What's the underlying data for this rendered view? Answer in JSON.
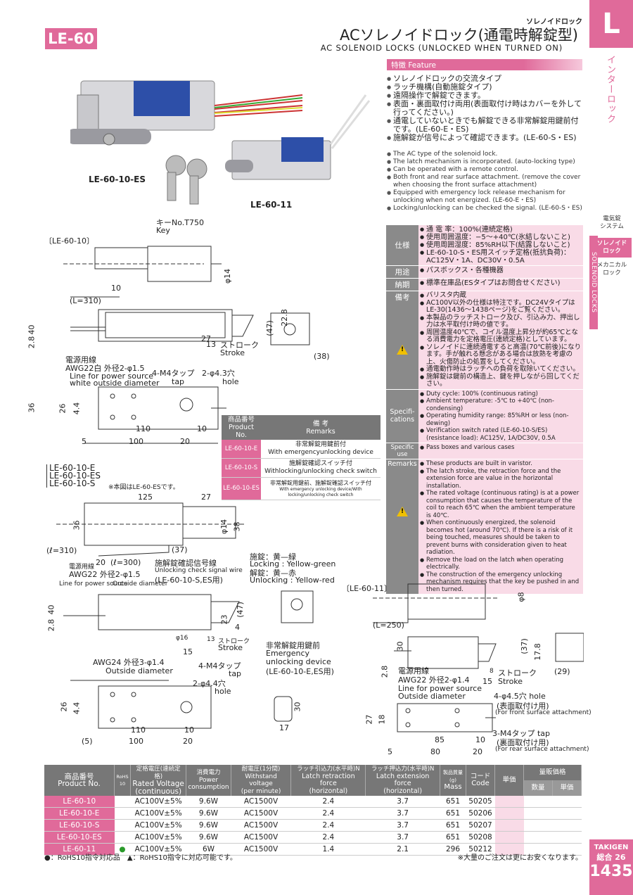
{
  "header": {
    "model": "LE-60",
    "category_small": "ソレノイドロック",
    "title_jp": "ACソレノイドロック(通電時解錠型)",
    "title_en": "AC SOLENOID LOCKS (UNLOCKED WHEN TURNED ON)"
  },
  "sidebar": {
    "letter": "L",
    "section": "インターロック",
    "items": [
      "電気錠\nシステム",
      "ソレノイド\nロック",
      "メカニカル\nロック"
    ],
    "strip": "SOLENOID LOCKS"
  },
  "features": {
    "label": "特徴 Feature",
    "jp": [
      "ソレノイドロックの交流タイプ",
      "ラッチ機構(自動施錠タイプ)",
      "遠隔操作で解錠できます。",
      "表面・裏面取付け両用(表面取付け時はカバーを外して行ってください。)",
      "通電していないときでも解錠できる非常解錠用鍵前付です。(LE-60-E・ES)",
      "施解錠が信号によって確認できます。(LE-60-S・ES)"
    ],
    "en": [
      "The AC type of the solenoid lock.",
      "The latch mechanism is incorporated. (auto-locking type)",
      "Can be operated with a remote control.",
      "Both front and rear surface attachment. (remove the cover when choosing the front surface attachment)",
      "Equipped with emergency lock release mechanism for unlocking when not energized. (LE-60-E・ES)",
      "Locking/unlocking can be checked the signal. (LE-60-S・ES)"
    ]
  },
  "specs": {
    "spec_label": "仕様",
    "spec": [
      "通 電 率：100%(連続定格)",
      "使用周囲温度：−5〜+40℃(氷結しないこと)",
      "使用周囲湿度：85%RH以下(結露しないこと)",
      "LE-60-10-S・ES用スイッチ定格(抵抗負荷)：AC125V・1A、DC30V・0.5A"
    ],
    "use_label": "用途",
    "use": "パスボックス・各種機器",
    "delivery_label": "納期",
    "delivery": "標準在庫品(ESタイプはお問合せください)",
    "remarks_label": "備考",
    "remarks": [
      "バリスタ内蔵",
      "AC100V以外の仕様は特注です。DC24Vタイプは LE-30(1436〜1438ページ)をご覧ください。",
      "本製品のラッチストローク及び、引込み力、押出し力は水平取付け時の値です。",
      "周囲温度40℃で、コイル温度上昇分が約65℃となる消費電力を定格電圧(連続定格)としています。",
      "ソレノイドに連続通電すると高温(70℃前後)になります。手が触れる懸念がある場合は放熱を考慮の上、火傷防止の処置をしてください。",
      "通電動作時はラッチへの負荷を取除いてください。",
      "施解錠は鍵前の構造上、鍵を押しながら回してください。"
    ],
    "spec_en_label": "Specifi-\ncations",
    "spec_en": [
      "Duty cycle: 100% (continuous rating)",
      "Ambient temperature: -5℃ to +40℃ (non-condensing)",
      "Operating humidity range: 85%RH or less (non-dewing)",
      "Verification switch rated (LE-60-10-S/ES) (resistance load): AC125V, 1A/DC30V, 0.5A"
    ],
    "use_en_label": "Specific use",
    "use_en": "Pass boxes and various cases",
    "remarks_en_label": "Remarks",
    "remarks_en": [
      "These products are built in varistor.",
      "The latch stroke, the retraction force and the extension force are value in the horizontal installation.",
      "The rated voltage (continuous rating) is at a power consumption that causes the temperature of the coil to reach 65℃ when the ambient temperature is 40℃.",
      "When continuously energized, the solenoid becomes hot (around 70℃). If there is a risk of it being touched, measures should be taken to prevent burns with consideration given to heat radiation.",
      "Remove the load on the latch when operating electrically.",
      "The construction of the emergency unlocking mechanism requires that the key be pushed in and then turned."
    ]
  },
  "photos": {
    "label1": "LE-60-10-ES",
    "label2": "LE-60-11",
    "key_jp": "キーNo.T750",
    "key_en": "Key"
  },
  "drawing1": {
    "title": "〔LE-60-10〕",
    "d14": "φ14",
    "d10": "10",
    "L": "(L=310)",
    "d40": "40",
    "d2_8": "2.8",
    "d47": "(47)",
    "d22_8": "22.8",
    "d38": "(38)",
    "d13": "13",
    "d27": "27",
    "stroke_jp": "ストローク",
    "stroke_en": "Stroke",
    "wire_jp": "電源用線",
    "wire_spec": "AWG22白 外径2-φ1.5",
    "wire_en1": "Line for power source",
    "wire_en2": "white outside diameter",
    "tap": "4-M4タップ",
    "tap_en": "tap",
    "hole": "2-φ4.3穴",
    "hole_en": "hole",
    "d36": "36",
    "d26": "26",
    "d4_4": "4.4",
    "d110": "110",
    "d10b": "10",
    "d5": "5",
    "d100": "100",
    "d20": "20"
  },
  "remarks_table": {
    "h1": "商品番号",
    "h1en": "Product No.",
    "h2": "備 考",
    "h2en": "Remarks",
    "rows": [
      {
        "pn": "LE-60-10-E",
        "jp": "非常解錠用鍵前付",
        "en": "With emergencyunlocking device"
      },
      {
        "pn": "LE-60-10-S",
        "jp": "施解錠確認スイッチ付",
        "en": "Withlocking/unlocking check switch"
      },
      {
        "pn": "LE-60-10-ES",
        "jp": "非常解錠用鍵前、施解錠確認スイッチ付",
        "en": "With emergency unlocking device/With locking/unlocking check switch"
      }
    ]
  },
  "drawing2": {
    "titles": [
      "LE-60-10-E",
      "LE-60-10-ES",
      "LE-60-10-S"
    ],
    "note": "※本図はLE-60-ESです。",
    "d125": "125",
    "d27": "27",
    "d36": "36",
    "d14": "φ14",
    "d38": "38",
    "d37": "(37)",
    "l310": "(ℓ=310)",
    "d20": "20",
    "l300": "(ℓ=300)",
    "wire_jp": "電源用線",
    "wire_spec": "AWG22 外径2-φ1.5",
    "wire_en1": "Line for power source",
    "wire_en2": "Outside diameter",
    "sig_jp": "施解錠確認信号線",
    "sig_en": "Unlocking check signal wire",
    "sig_note": "(LE-60-10-S,ES用)",
    "lock_jp": "施錠：黄—緑",
    "lock_en": "Locking : Yellow-green",
    "unlock_jp": "解錠：黄—赤",
    "unlock_en": "Unlocking : Yellow-red",
    "d40": "40",
    "d2_8": "2.8",
    "d23": "23",
    "d47": "(47)",
    "d4": "4",
    "d16": "φ16",
    "d13": "13",
    "stroke_jp": "ストローク",
    "stroke_en": "Stroke",
    "d15": "15",
    "awg24": "AWG24 外径3-φ1.4",
    "awg24_en": "Outside diameter",
    "tap": "4-M4タップ",
    "tap_en": "tap",
    "hole": "2-φ4.4穴",
    "hole_en": "hole",
    "d26": "26",
    "d4_4": "4.4",
    "d110": "110",
    "d10": "10",
    "d5": "(5)",
    "d100": "100",
    "d20b": "20",
    "emerg_jp": "非常解錠用鍵前",
    "emerg_en1": "Emergency",
    "emerg_en2": "unlocking device",
    "emerg_note": "(LE-60-10-E,ES用)",
    "d30": "30",
    "d17": "17"
  },
  "drawing3": {
    "title": "〔LE-60-11〕",
    "d8": "φ8",
    "L": "(L=250)",
    "d30": "30",
    "d2_8": "2.8",
    "d37": "(37)",
    "d17_8": "17.8",
    "d29": "(29)",
    "d8b": "8",
    "stroke_jp": "ストローク",
    "stroke_en": "Stroke",
    "d15": "15",
    "wire_jp": "電源用線",
    "wire_spec": "AWG22 外径2-φ1.4",
    "wire_en1": "Line for power source",
    "wire_en2": "Outside diameter",
    "hole": "4-φ4.5穴 hole",
    "hole_jp2": "(表面取付け用)",
    "hole_en2": "(For front surface attachment)",
    "tap": "3-M4タップ tap",
    "tap_jp2": "(裏面取付け用)",
    "tap_en2": "(For rear surface attachment)",
    "d27": "27",
    "d18": "18",
    "d85": "85",
    "d10": "10",
    "d5": "5",
    "d80": "80",
    "d20": "20"
  },
  "main_table": {
    "headers": [
      {
        "jp": "商品番号",
        "en": "Product No."
      },
      {
        "jp": "RoHS",
        "en": "10"
      },
      {
        "jp": "定格電圧(連続定格)",
        "en": "Rated Voltage\n(continuous)"
      },
      {
        "jp": "消費電力",
        "en": "Power\nconsumption"
      },
      {
        "jp": "耐電圧(1分間)",
        "en": "Withstand voltage\n(per minute)"
      },
      {
        "jp": "ラッチ引込力(水平時)N",
        "en": "Latch retraction force\n(horizontal)"
      },
      {
        "jp": "ラッチ押込力(水平時)N",
        "en": "Latch extension force\n(horizontal)"
      },
      {
        "jp": "製品質量(g)",
        "en": "Mass"
      },
      {
        "jp": "コード",
        "en": "Code"
      },
      {
        "jp": "単価",
        "en": ""
      },
      {
        "jp": "量販価格",
        "en": "数量"
      },
      {
        "jp": "",
        "en": "単価"
      }
    ],
    "rows": [
      {
        "pn": "LE-60-10",
        "rohs": "",
        "v": "AC100V±5%",
        "p": "9.6W",
        "w": "AC1500V",
        "r": "2.4",
        "e": "3.7",
        "m": "651",
        "c": "50205"
      },
      {
        "pn": "LE-60-10-E",
        "rohs": "",
        "v": "AC100V±5%",
        "p": "9.6W",
        "w": "AC1500V",
        "r": "2.4",
        "e": "3.7",
        "m": "651",
        "c": "50206"
      },
      {
        "pn": "LE-60-10-S",
        "rohs": "",
        "v": "AC100V±5%",
        "p": "9.6W",
        "w": "AC1500V",
        "r": "2.4",
        "e": "3.7",
        "m": "651",
        "c": "50207"
      },
      {
        "pn": "LE-60-10-ES",
        "rohs": "",
        "v": "AC100V±5%",
        "p": "9.6W",
        "w": "AC1500V",
        "r": "2.4",
        "e": "3.7",
        "m": "651",
        "c": "50208"
      },
      {
        "pn": "LE-60-11",
        "rohs": "●",
        "v": "AC100V±5%",
        "p": "6W",
        "w": "AC1500V",
        "r": "1.4",
        "e": "2.1",
        "m": "296",
        "c": "50212"
      }
    ]
  },
  "footer": {
    "left": "●：RoHS10指令対応品　▲：RoHS10指令に対応可能です。",
    "right": "※大量のご注文は更にお安くなります。",
    "brand": "TAKIGEN",
    "total": "総合 26",
    "page": "1435"
  },
  "colors": {
    "accent": "#e06a9a",
    "accent_light": "#f9dbe7",
    "header_gray": "#777777"
  }
}
